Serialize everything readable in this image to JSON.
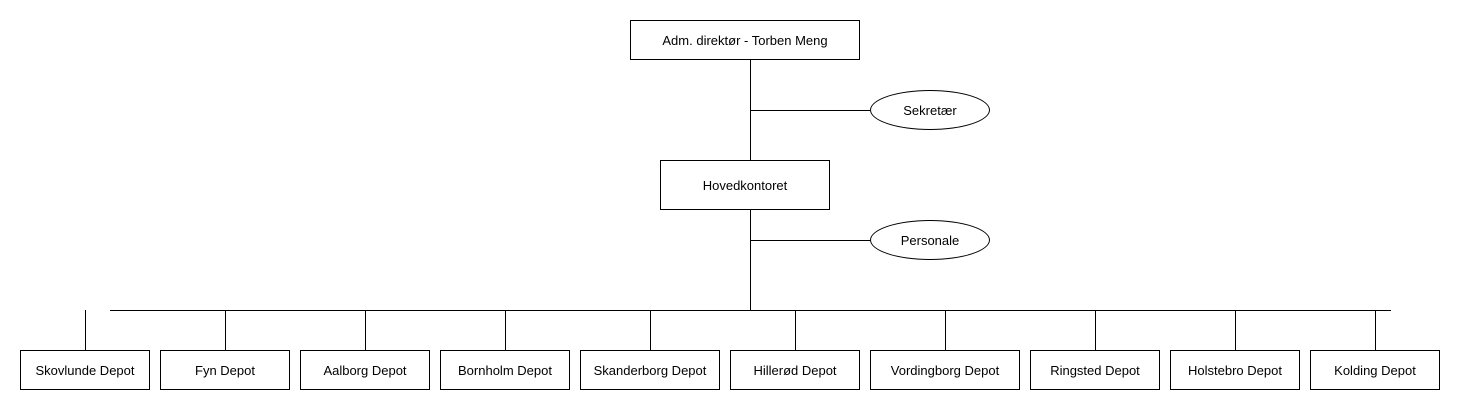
{
  "chart": {
    "ceo": "Adm. direktør - Torben Meng",
    "headquarters": "Hovedkontoret",
    "staff_functions": [
      {
        "label": "Sekretær",
        "reports_to": "ceo"
      },
      {
        "label": "Personale",
        "reports_to": "headquarters"
      }
    ],
    "depots": [
      "Skovlunde Depot",
      "Fyn Depot",
      "Aalborg Depot",
      "Bornholm Depot",
      "Skanderborg Depot",
      "Hillerød Depot",
      "Vordingborg Depot",
      "Ringsted Depot",
      "Holstebro Depot",
      "Kolding Depot"
    ]
  },
  "colors": {
    "line": "#000000",
    "box_border": "#000000",
    "background": "#ffffff"
  }
}
